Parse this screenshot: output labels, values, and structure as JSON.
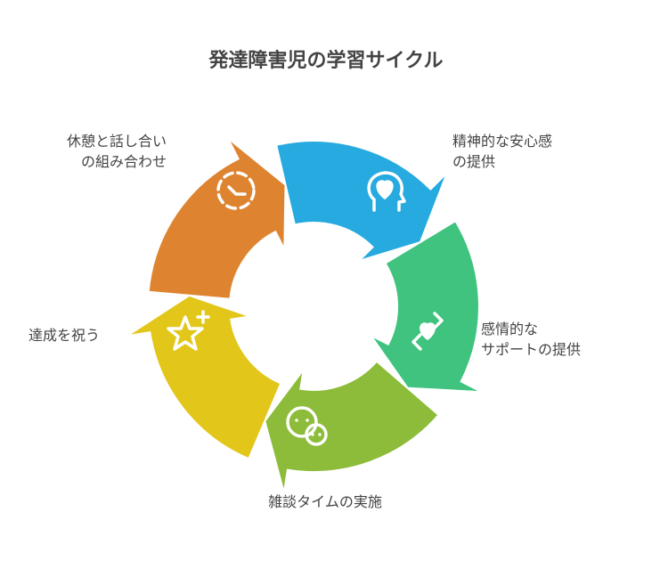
{
  "title": "発達障害児の学習サイクル",
  "steps": [
    {
      "label": "休憩と話し合い\nの組み合わせ",
      "icon": "clock-icon",
      "color": "#de8431"
    },
    {
      "label": "精神的な安心感\nの提供",
      "icon": "head-heart-icon",
      "color": "#27aadf"
    },
    {
      "label": "感情的な\nサポートの提供",
      "icon": "hands-heart-icon",
      "color": "#3fc37f"
    },
    {
      "label": "雑談タイムの実施",
      "icon": "chat-bubbles-icon",
      "color": "#8dbc3a"
    },
    {
      "label": "達成を祝う",
      "icon": "star-plus-icon",
      "color": "#e2c619"
    }
  ]
}
